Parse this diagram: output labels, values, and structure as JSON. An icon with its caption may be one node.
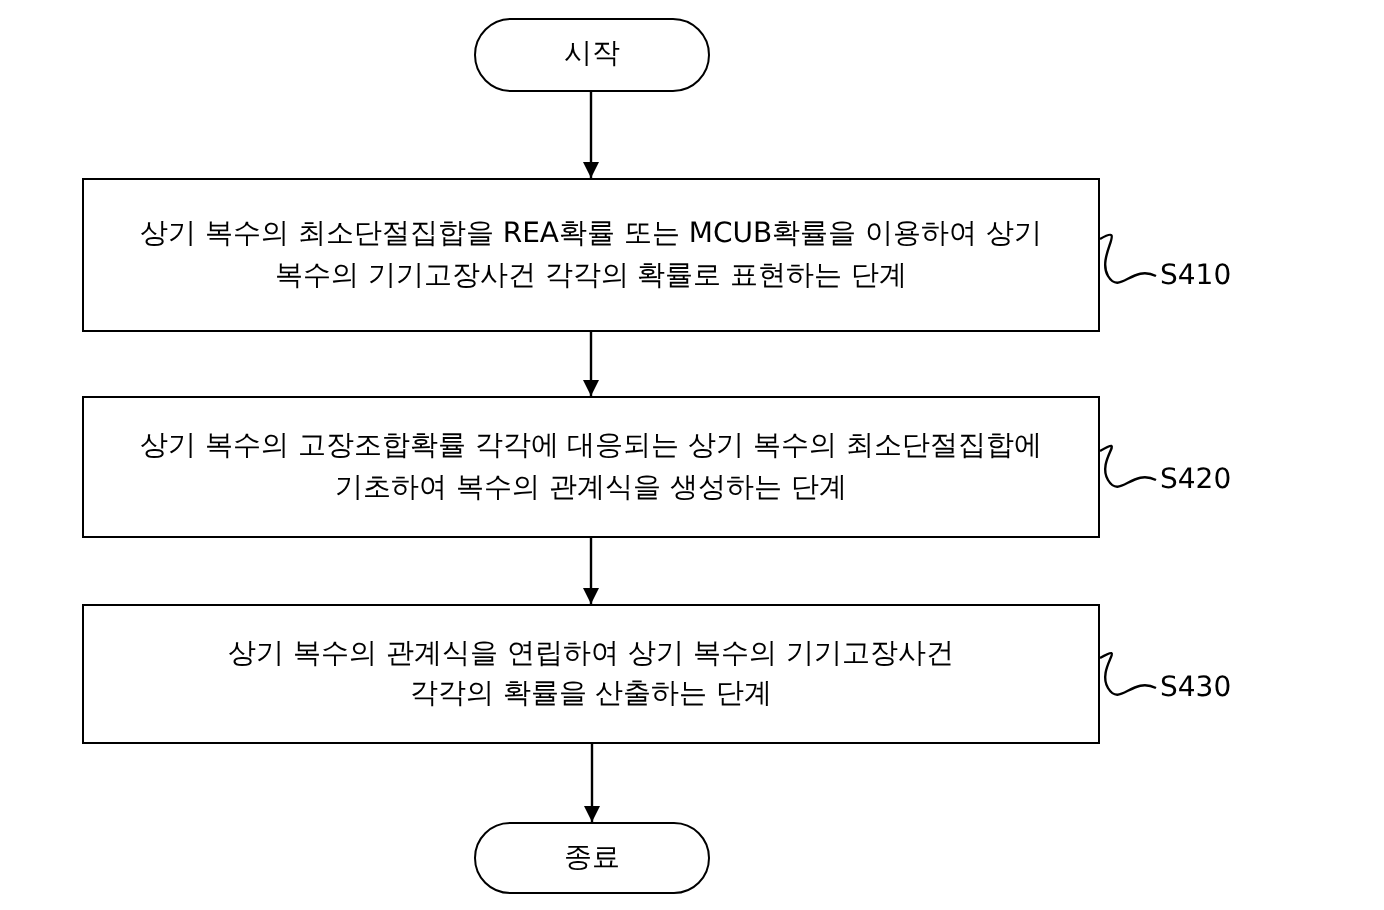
{
  "diagram": {
    "nodes": [
      {
        "text": [
          "시작"
        ]
      },
      {
        "text": [
          "상기 복수의 최소단절집합을 REA확률 또는 MCUB확률을 이용하여 상기 복수의 기기고장사건 각각의 확률로 표현하는 단계"
        ]
      },
      {
        "text": [
          "상기 복수의 고장조합확률 각각에 대응되는 상기 복수의 최소단절집합에 기초하여 복수의 관계식을 생성하는 단계"
        ]
      },
      {
        "text": [
          "상기 복수의 관계식을 연립하여 상기 복수의 기기고장사건 각각의 확률을 산출하는 단계"
        ]
      },
      {
        "text": [
          "종료"
        ]
      },
      {
        "text": [
          "S410"
        ]
      },
      {
        "text": [
          "S420"
        ]
      },
      {
        "text": [
          "S430"
        ]
      }
    ],
    "edges": [
      {
        "from": 0,
        "to": 1,
        "arrow": "to"
      },
      {
        "from": 1,
        "to": 2,
        "arrow": "to"
      },
      {
        "from": 2,
        "to": 3,
        "arrow": "to"
      },
      {
        "from": 3,
        "to": 4,
        "arrow": "to"
      },
      {
        "from": 5,
        "to": 1,
        "arrow": "none"
      },
      {
        "from": 6,
        "to": 2,
        "arrow": "none"
      },
      {
        "from": 7,
        "to": 3,
        "arrow": "none"
      }
    ]
  }
}
